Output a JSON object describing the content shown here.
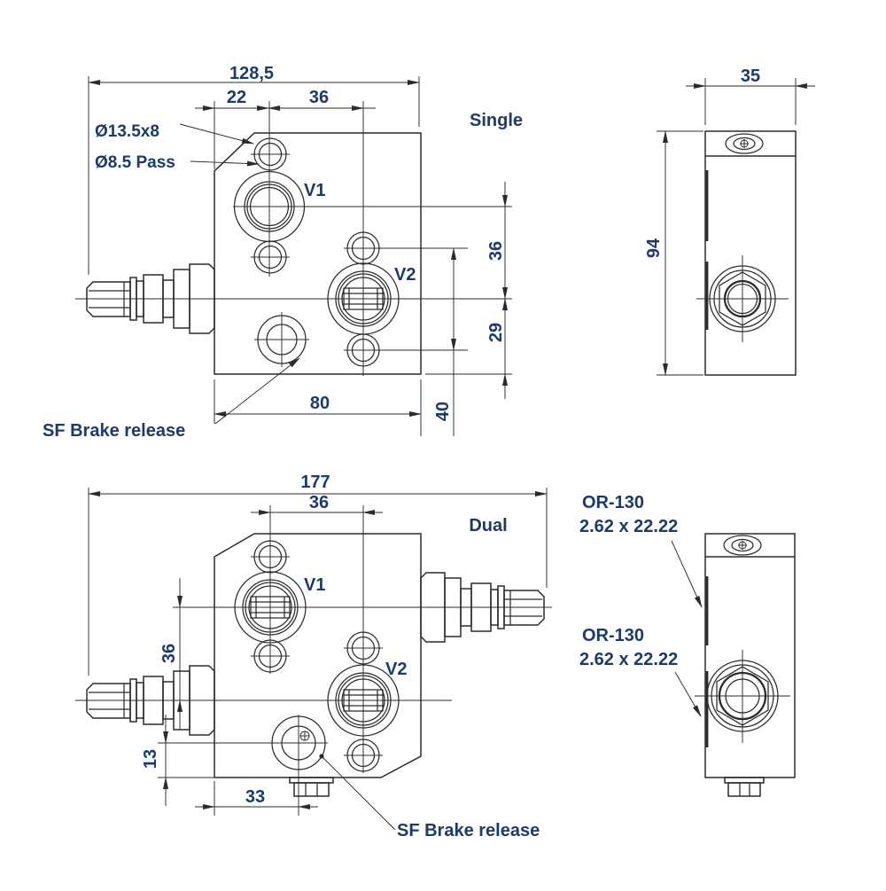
{
  "colors": {
    "line": "#2b2b2b",
    "text": "#1c3a6b",
    "background": "#ffffff"
  },
  "single_front": {
    "variant": "Single",
    "port_v1": "V1",
    "port_v2": "V2",
    "counterbore": "Ø13.5x8",
    "through_hole": "Ø8.5 Pass",
    "brake": "SF Brake release",
    "dim_overall": "128,5",
    "dim_edge_to_v1": "22",
    "dim_v1_to_v2": "36",
    "dim_v1_v2_vertical": "36",
    "dim_v2_to_bottom": "29",
    "dim_bolt_span": "40",
    "dim_block_width": "80"
  },
  "single_side": {
    "dim_depth": "35",
    "dim_height": "94"
  },
  "dual_front": {
    "variant": "Dual",
    "port_v1": "V1",
    "port_v2": "V2",
    "brake": "SF Brake release",
    "dim_overall": "177",
    "dim_v1_to_v2": "36",
    "dim_v1_v2_vertical": "36",
    "dim_brake_to_bottom": "13",
    "dim_edge_to_brake": "33"
  },
  "dual_side": {
    "orings": [
      {
        "name": "OR-130",
        "size": "2.62 x 22.22"
      },
      {
        "name": "OR-130",
        "size": "2.62 x 22.22"
      }
    ]
  }
}
